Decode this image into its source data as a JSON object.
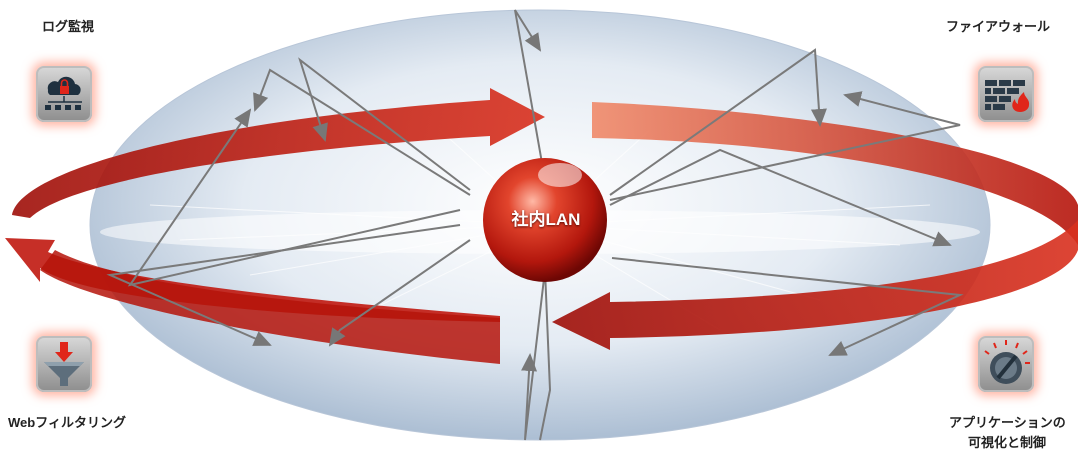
{
  "nodes": {
    "center": {
      "label": "社内LAN"
    },
    "top_left": {
      "label": "ログ監視",
      "icon": "cloud-network-lock-icon"
    },
    "top_right": {
      "label": "ファイアウォール",
      "icon": "firewall-brick-icon"
    },
    "bottom_left": {
      "label": "Webフィルタリング",
      "icon": "filter-funnel-icon"
    },
    "bottom_right": {
      "label_line1": "アプリケーションの",
      "label_line2": "可視化と制御",
      "icon": "dial-gauge-icon"
    }
  },
  "colors": {
    "arrow_red": "#c41a12",
    "sphere_red": "#d8321f",
    "ellipse_blue": "#c9d6e6",
    "gray_arrow": "#7a7a7a",
    "icon_glow": "#ff8a6a"
  }
}
